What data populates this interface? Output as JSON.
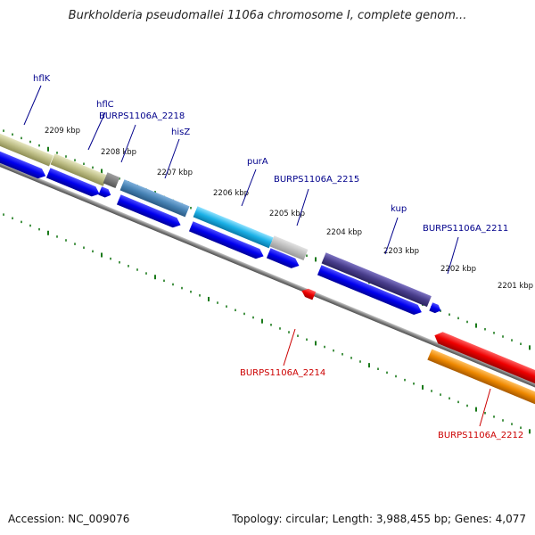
{
  "title": "Burkholderia pseudomallei 1106a chromosome I, complete genom...",
  "footer": {
    "accession": "Accession: NC_009076",
    "stats": "Topology: circular; Length: 3,988,455 bp; Genes: 4,077"
  },
  "colors": {
    "forward_label": "#00008b",
    "reverse_label": "#cc0000",
    "tick": "#1a7a1a",
    "backbone": "#808080",
    "cds_arrow": "#0000ee"
  },
  "kbp_labels": [
    "2209 kbp",
    "2208 kbp",
    "2207 kbp",
    "2206 kbp",
    "2205 kbp",
    "2204 kbp",
    "2203 kbp",
    "2202 kbp",
    "2201 kbp"
  ],
  "forward_genes": [
    {
      "label": "hflK",
      "color": "#bdbd85"
    },
    {
      "label": "hflC",
      "color": "#bdbd85"
    },
    {
      "label": "BURPS1106A_2218",
      "color": "#707070"
    },
    {
      "label": "hisZ",
      "color": "#4682b4"
    },
    {
      "label": "purA",
      "color": "#1ab0e6"
    },
    {
      "label": "BURPS1106A_2215",
      "color": "#b8b8b8"
    },
    {
      "label": "kup",
      "color": "#483d8b"
    },
    {
      "label": "BURPS1106A_2211",
      "color": "#0000ee"
    }
  ],
  "reverse_genes": [
    {
      "label": "BURPS1106A_2214",
      "color": "#ee0000"
    },
    {
      "label": "BURPS1106A_2212",
      "color": "#ee8800"
    }
  ]
}
